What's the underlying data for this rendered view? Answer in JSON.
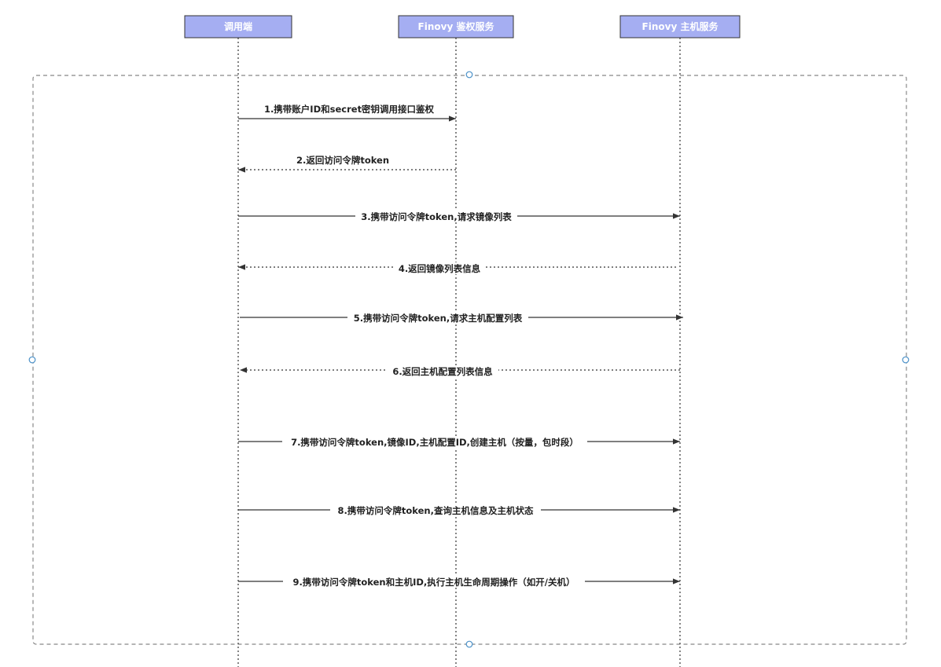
{
  "colors": {
    "header_fill": "#a5aef2",
    "header_stroke": "#333333",
    "line": "#333333",
    "frame": "#888888",
    "handle": "#4a90c8"
  },
  "participants": [
    {
      "id": "caller",
      "label": "调用端"
    },
    {
      "id": "auth",
      "label": "Finovy 鉴权服务"
    },
    {
      "id": "host",
      "label": "Finovy 主机服务"
    }
  ],
  "messages": [
    {
      "n": 1,
      "label": "1.携带账户ID和secret密钥调用接口鉴权",
      "from": "caller",
      "to": "auth",
      "style": "solid"
    },
    {
      "n": 2,
      "label": "2.返回访问令牌token",
      "from": "auth",
      "to": "caller",
      "style": "dotted"
    },
    {
      "n": 3,
      "label": "3.携带访问令牌token,请求镜像列表",
      "from": "caller",
      "to": "host",
      "style": "solid"
    },
    {
      "n": 4,
      "label": "4.返回镜像列表信息",
      "from": "host",
      "to": "caller",
      "style": "dotted"
    },
    {
      "n": 5,
      "label": "5.携带访问令牌token,请求主机配置列表",
      "from": "caller",
      "to": "host",
      "style": "solid"
    },
    {
      "n": 6,
      "label": "6.返回主机配置列表信息",
      "from": "host",
      "to": "caller",
      "style": "dotted"
    },
    {
      "n": 7,
      "label": "7.携带访问令牌token,镜像ID,主机配置ID,创建主机（按量，包时段）",
      "from": "caller",
      "to": "host",
      "style": "solid"
    },
    {
      "n": 8,
      "label": "8.携带访问令牌token,查询主机信息及主机状态",
      "from": "caller",
      "to": "host",
      "style": "solid"
    },
    {
      "n": 9,
      "label": "9.携带访问令牌token和主机ID,执行主机生命周期操作（如开/关机）",
      "from": "caller",
      "to": "host",
      "style": "solid"
    }
  ]
}
